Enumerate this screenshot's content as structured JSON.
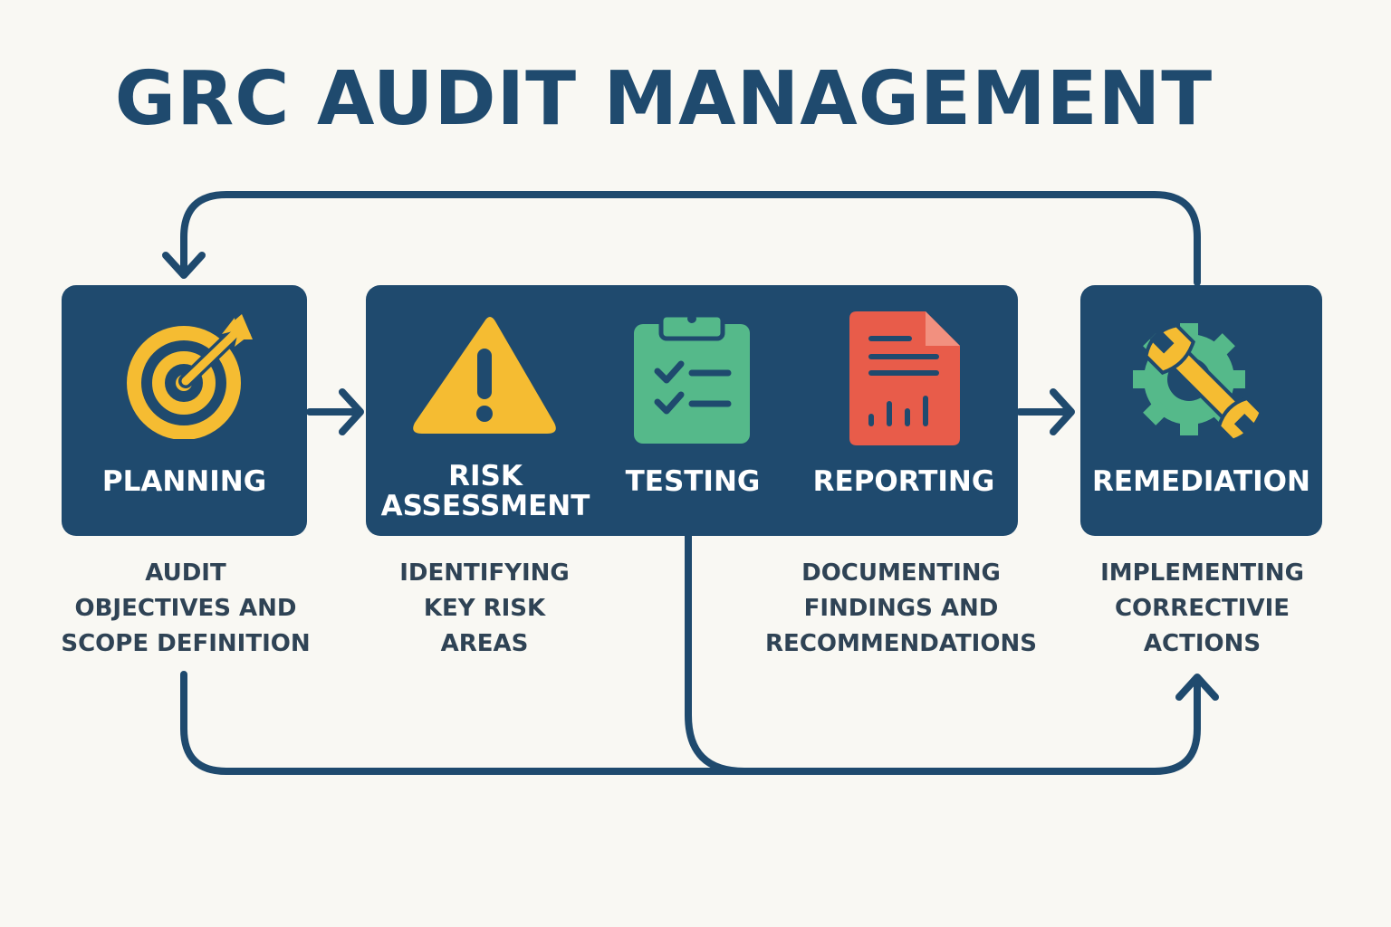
{
  "title": "GRC AUDIT MANAGEMENT",
  "stages": {
    "planning": {
      "label": "PLANNING",
      "description": "AUDIT\nOBJECTIVES AND\nSCOPE DEFINITION",
      "icon": "target-icon",
      "icon_color": "#f5bc32"
    },
    "risk_assessment": {
      "label": "RISK\nASSESSMENT",
      "description": "IDENTIFYING\nKEY RISK\nAREAS",
      "icon": "warning-icon",
      "icon_color": "#f5bc32"
    },
    "testing": {
      "label": "TESTING",
      "icon": "clipboard-checklist-icon",
      "icon_color": "#55b98a"
    },
    "reporting": {
      "label": "REPORTING",
      "description": "DOCUMENTING\nFINDINGS AND\nRECOMMENDATIONS",
      "icon": "report-document-icon",
      "icon_color": "#e85c4a"
    },
    "remediation": {
      "label": "REMEDIATION",
      "description": "IMPLEMENTING\nCORRECTIVIE\nACTIONS",
      "icon": "gear-wrench-icon",
      "icon_colors": [
        "#55b98a",
        "#f5bc32"
      ]
    }
  },
  "colors": {
    "background": "#f9f8f3",
    "box": "#1f4a6e",
    "title": "#1f4a6e",
    "description": "#2f4355",
    "arrow": "#1f4a6e"
  }
}
